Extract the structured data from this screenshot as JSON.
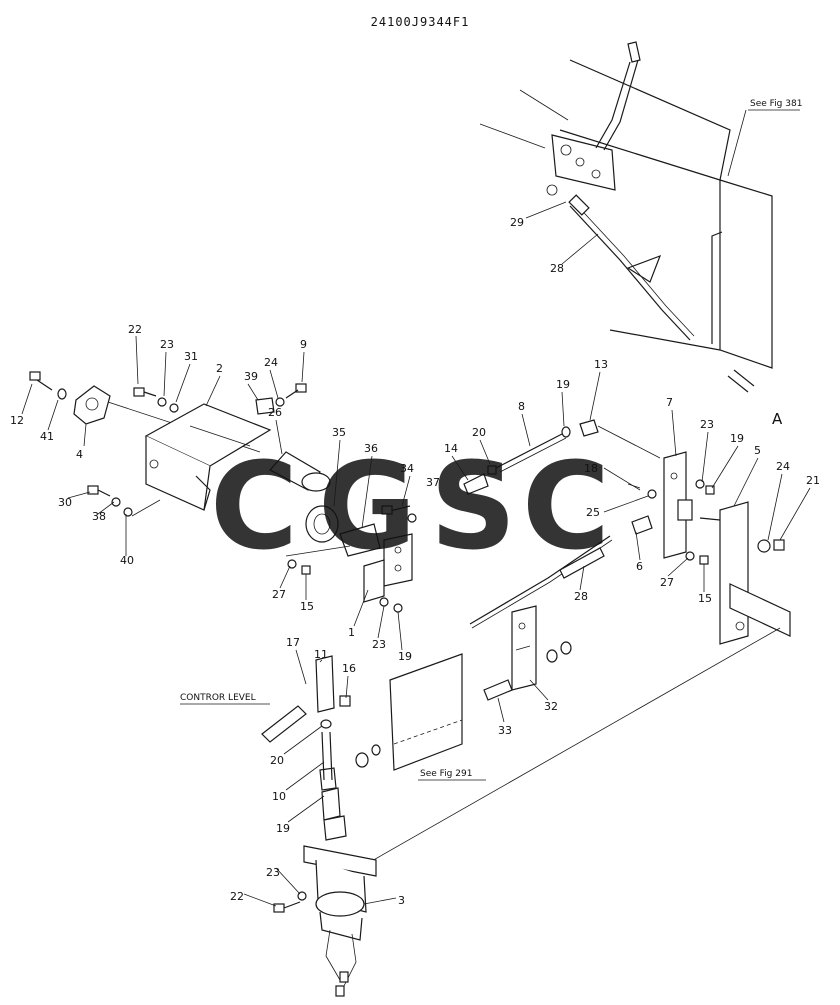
{
  "diagram": {
    "title": "24100J9344F1",
    "view_label": "A",
    "notes": {
      "see_fig_381": "See Fig 381",
      "see_fig_291": "See Fig 291",
      "control_level": "CONTROR LEVEL"
    },
    "callouts": [
      {
        "id": "c22a",
        "label": "22"
      },
      {
        "id": "c23a",
        "label": "23"
      },
      {
        "id": "c31",
        "label": "31"
      },
      {
        "id": "c2",
        "label": "2"
      },
      {
        "id": "c39",
        "label": "39"
      },
      {
        "id": "c24a",
        "label": "24"
      },
      {
        "id": "c9",
        "label": "9"
      },
      {
        "id": "c12",
        "label": "12"
      },
      {
        "id": "c41",
        "label": "41"
      },
      {
        "id": "c4",
        "label": "4"
      },
      {
        "id": "c26",
        "label": "26"
      },
      {
        "id": "c35",
        "label": "35"
      },
      {
        "id": "c36",
        "label": "36"
      },
      {
        "id": "c34",
        "label": "34"
      },
      {
        "id": "c37",
        "label": "37"
      },
      {
        "id": "c14",
        "label": "14"
      },
      {
        "id": "c20a",
        "label": "20"
      },
      {
        "id": "c8",
        "label": "8"
      },
      {
        "id": "c19a",
        "label": "19"
      },
      {
        "id": "c13",
        "label": "13"
      },
      {
        "id": "c7",
        "label": "7"
      },
      {
        "id": "c23b",
        "label": "23"
      },
      {
        "id": "c19b",
        "label": "19"
      },
      {
        "id": "c5",
        "label": "5"
      },
      {
        "id": "c18",
        "label": "18"
      },
      {
        "id": "c25",
        "label": "25"
      },
      {
        "id": "c24b",
        "label": "24"
      },
      {
        "id": "c21",
        "label": "21"
      },
      {
        "id": "c30",
        "label": "30"
      },
      {
        "id": "c38",
        "label": "38"
      },
      {
        "id": "c40",
        "label": "40"
      },
      {
        "id": "c27a",
        "label": "27"
      },
      {
        "id": "c15a",
        "label": "15"
      },
      {
        "id": "c1",
        "label": "1"
      },
      {
        "id": "c23c",
        "label": "23"
      },
      {
        "id": "c19c",
        "label": "19"
      },
      {
        "id": "c6",
        "label": "6"
      },
      {
        "id": "c27b",
        "label": "27"
      },
      {
        "id": "c15b",
        "label": "15"
      },
      {
        "id": "c28b",
        "label": "28"
      },
      {
        "id": "c29",
        "label": "29"
      },
      {
        "id": "c28a",
        "label": "28"
      },
      {
        "id": "c17",
        "label": "17"
      },
      {
        "id": "c11",
        "label": "11"
      },
      {
        "id": "c16",
        "label": "16"
      },
      {
        "id": "c20b",
        "label": "20"
      },
      {
        "id": "c10",
        "label": "10"
      },
      {
        "id": "c19d",
        "label": "19"
      },
      {
        "id": "c33",
        "label": "33"
      },
      {
        "id": "c32",
        "label": "32"
      },
      {
        "id": "c23d",
        "label": "23"
      },
      {
        "id": "c22b",
        "label": "22"
      },
      {
        "id": "c3",
        "label": "3"
      }
    ],
    "watermark": {
      "text": "CGSC",
      "colors": [
        "#4f8ef7",
        "#ef5b56",
        "#f7c948",
        "#3aa574"
      ]
    }
  }
}
